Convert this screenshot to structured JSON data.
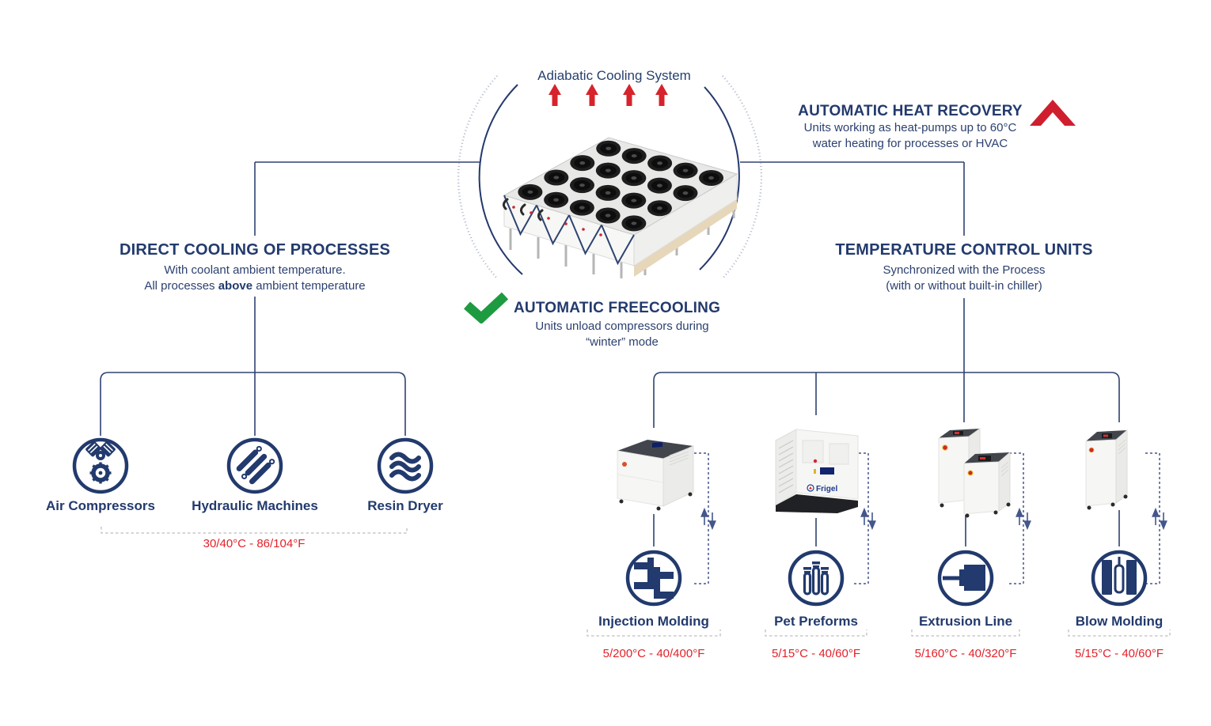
{
  "colors": {
    "navy": "#223a6d",
    "line_blue": "#2e4371",
    "red": "#e2222a",
    "green": "#1e9b41",
    "dash_gray": "#bdbdbd",
    "dash_blue": "#44568b"
  },
  "center": {
    "title": "Adiabatic Cooling System"
  },
  "heat_recovery": {
    "title": "AUTOMATIC HEAT RECOVERY",
    "line1": "Units working as heat-pumps up to 60°C",
    "line2": "water heating for processes or HVAC",
    "icon": "chevron-up-red-icon"
  },
  "freecooling": {
    "title": "AUTOMATIC FREECOOLING",
    "line1": "Units unload compressors during",
    "line2": "“winter” mode",
    "icon": "checkmark-green-icon"
  },
  "direct_cooling": {
    "title": "DIRECT COOLING OF PROCESSES",
    "line1": "With coolant ambient temperature.",
    "line2_pre": "All processes ",
    "line2_bold": "above",
    "line2_post": " ambient temperature",
    "range": "30/40°C - 86/104°F",
    "processes": [
      {
        "label": "Air Compressors",
        "icon": "air-compressors-icon"
      },
      {
        "label": "Hydraulic Machines",
        "icon": "hydraulic-machines-icon"
      },
      {
        "label": "Resin Dryer",
        "icon": "resin-dryer-icon"
      }
    ]
  },
  "temperature_control": {
    "title": "TEMPERATURE CONTROL UNITS",
    "line1": "Synchronized with the Process",
    "line2": "(with or without built-in chiller)",
    "units": [
      {
        "label": "Injection Molding",
        "range": "5/200°C - 40/400°F",
        "icon": "injection-molding-icon"
      },
      {
        "label": "Pet Preforms",
        "range": "5/15°C - 40/60°F",
        "icon": "pet-preforms-icon"
      },
      {
        "label": "Extrusion Line",
        "range": "5/160°C - 40/320°F",
        "icon": "extrusion-line-icon"
      },
      {
        "label": "Blow Molding",
        "range": "5/15°C - 40/60°F",
        "icon": "blow-molding-icon"
      }
    ]
  },
  "equipment": {
    "brand": "Frigel"
  }
}
